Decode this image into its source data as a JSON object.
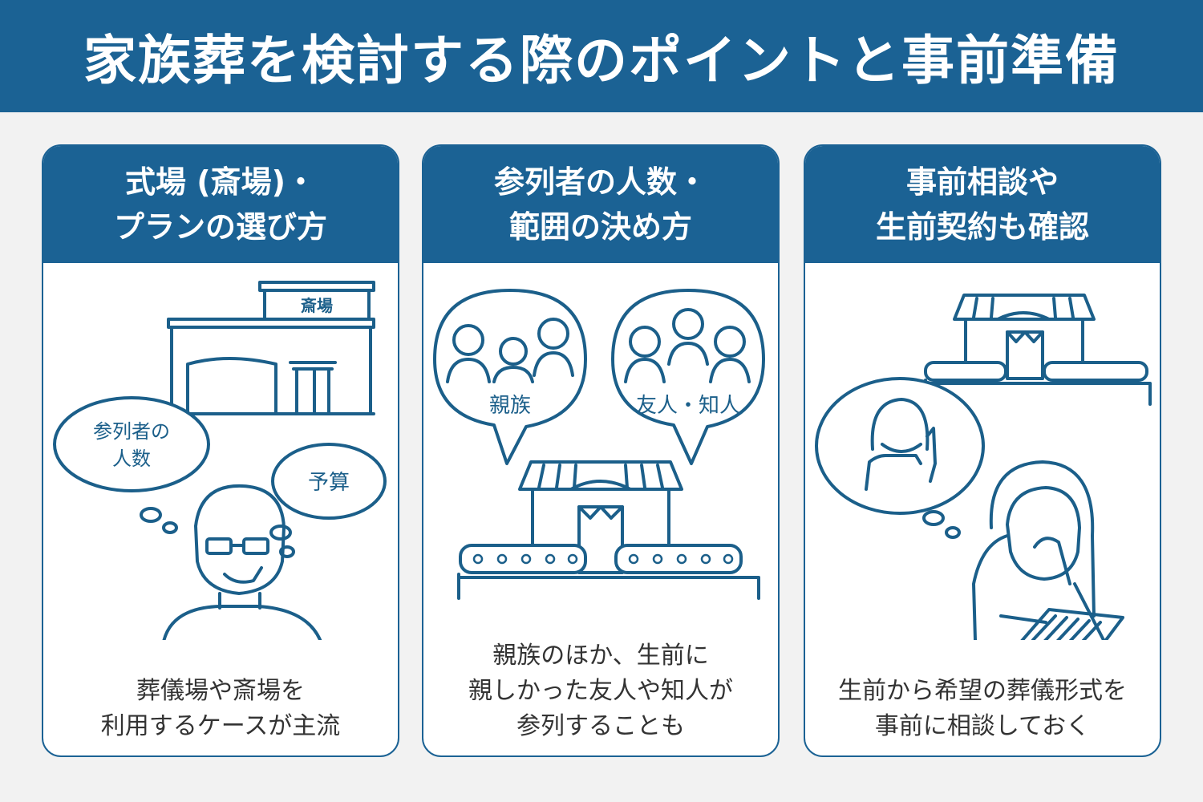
{
  "title": "家族葬を検討する際のポイントと事前準備",
  "colors": {
    "primary": "#1b6294",
    "background": "#f2f2f2",
    "line": "#1b5f8a"
  },
  "cards": [
    {
      "heading": [
        "式場 (斎場)・",
        "プランの選び方"
      ],
      "sign": "斎場",
      "bubbles": [
        "参列者の",
        "人数",
        "予算"
      ],
      "caption": [
        "葬儀場や斎場を",
        "利用するケースが主流"
      ]
    },
    {
      "heading": [
        "参列者の人数・",
        "範囲の決め方"
      ],
      "bubbles": [
        "親族",
        "友人・知人"
      ],
      "caption": [
        "親族のほか、生前に",
        "親しかった友人や知人が",
        "参列することも"
      ]
    },
    {
      "heading": [
        "事前相談や",
        "生前契約も確認"
      ],
      "caption": [
        "生前から希望の葬儀形式を",
        "事前に相談しておく"
      ]
    }
  ]
}
